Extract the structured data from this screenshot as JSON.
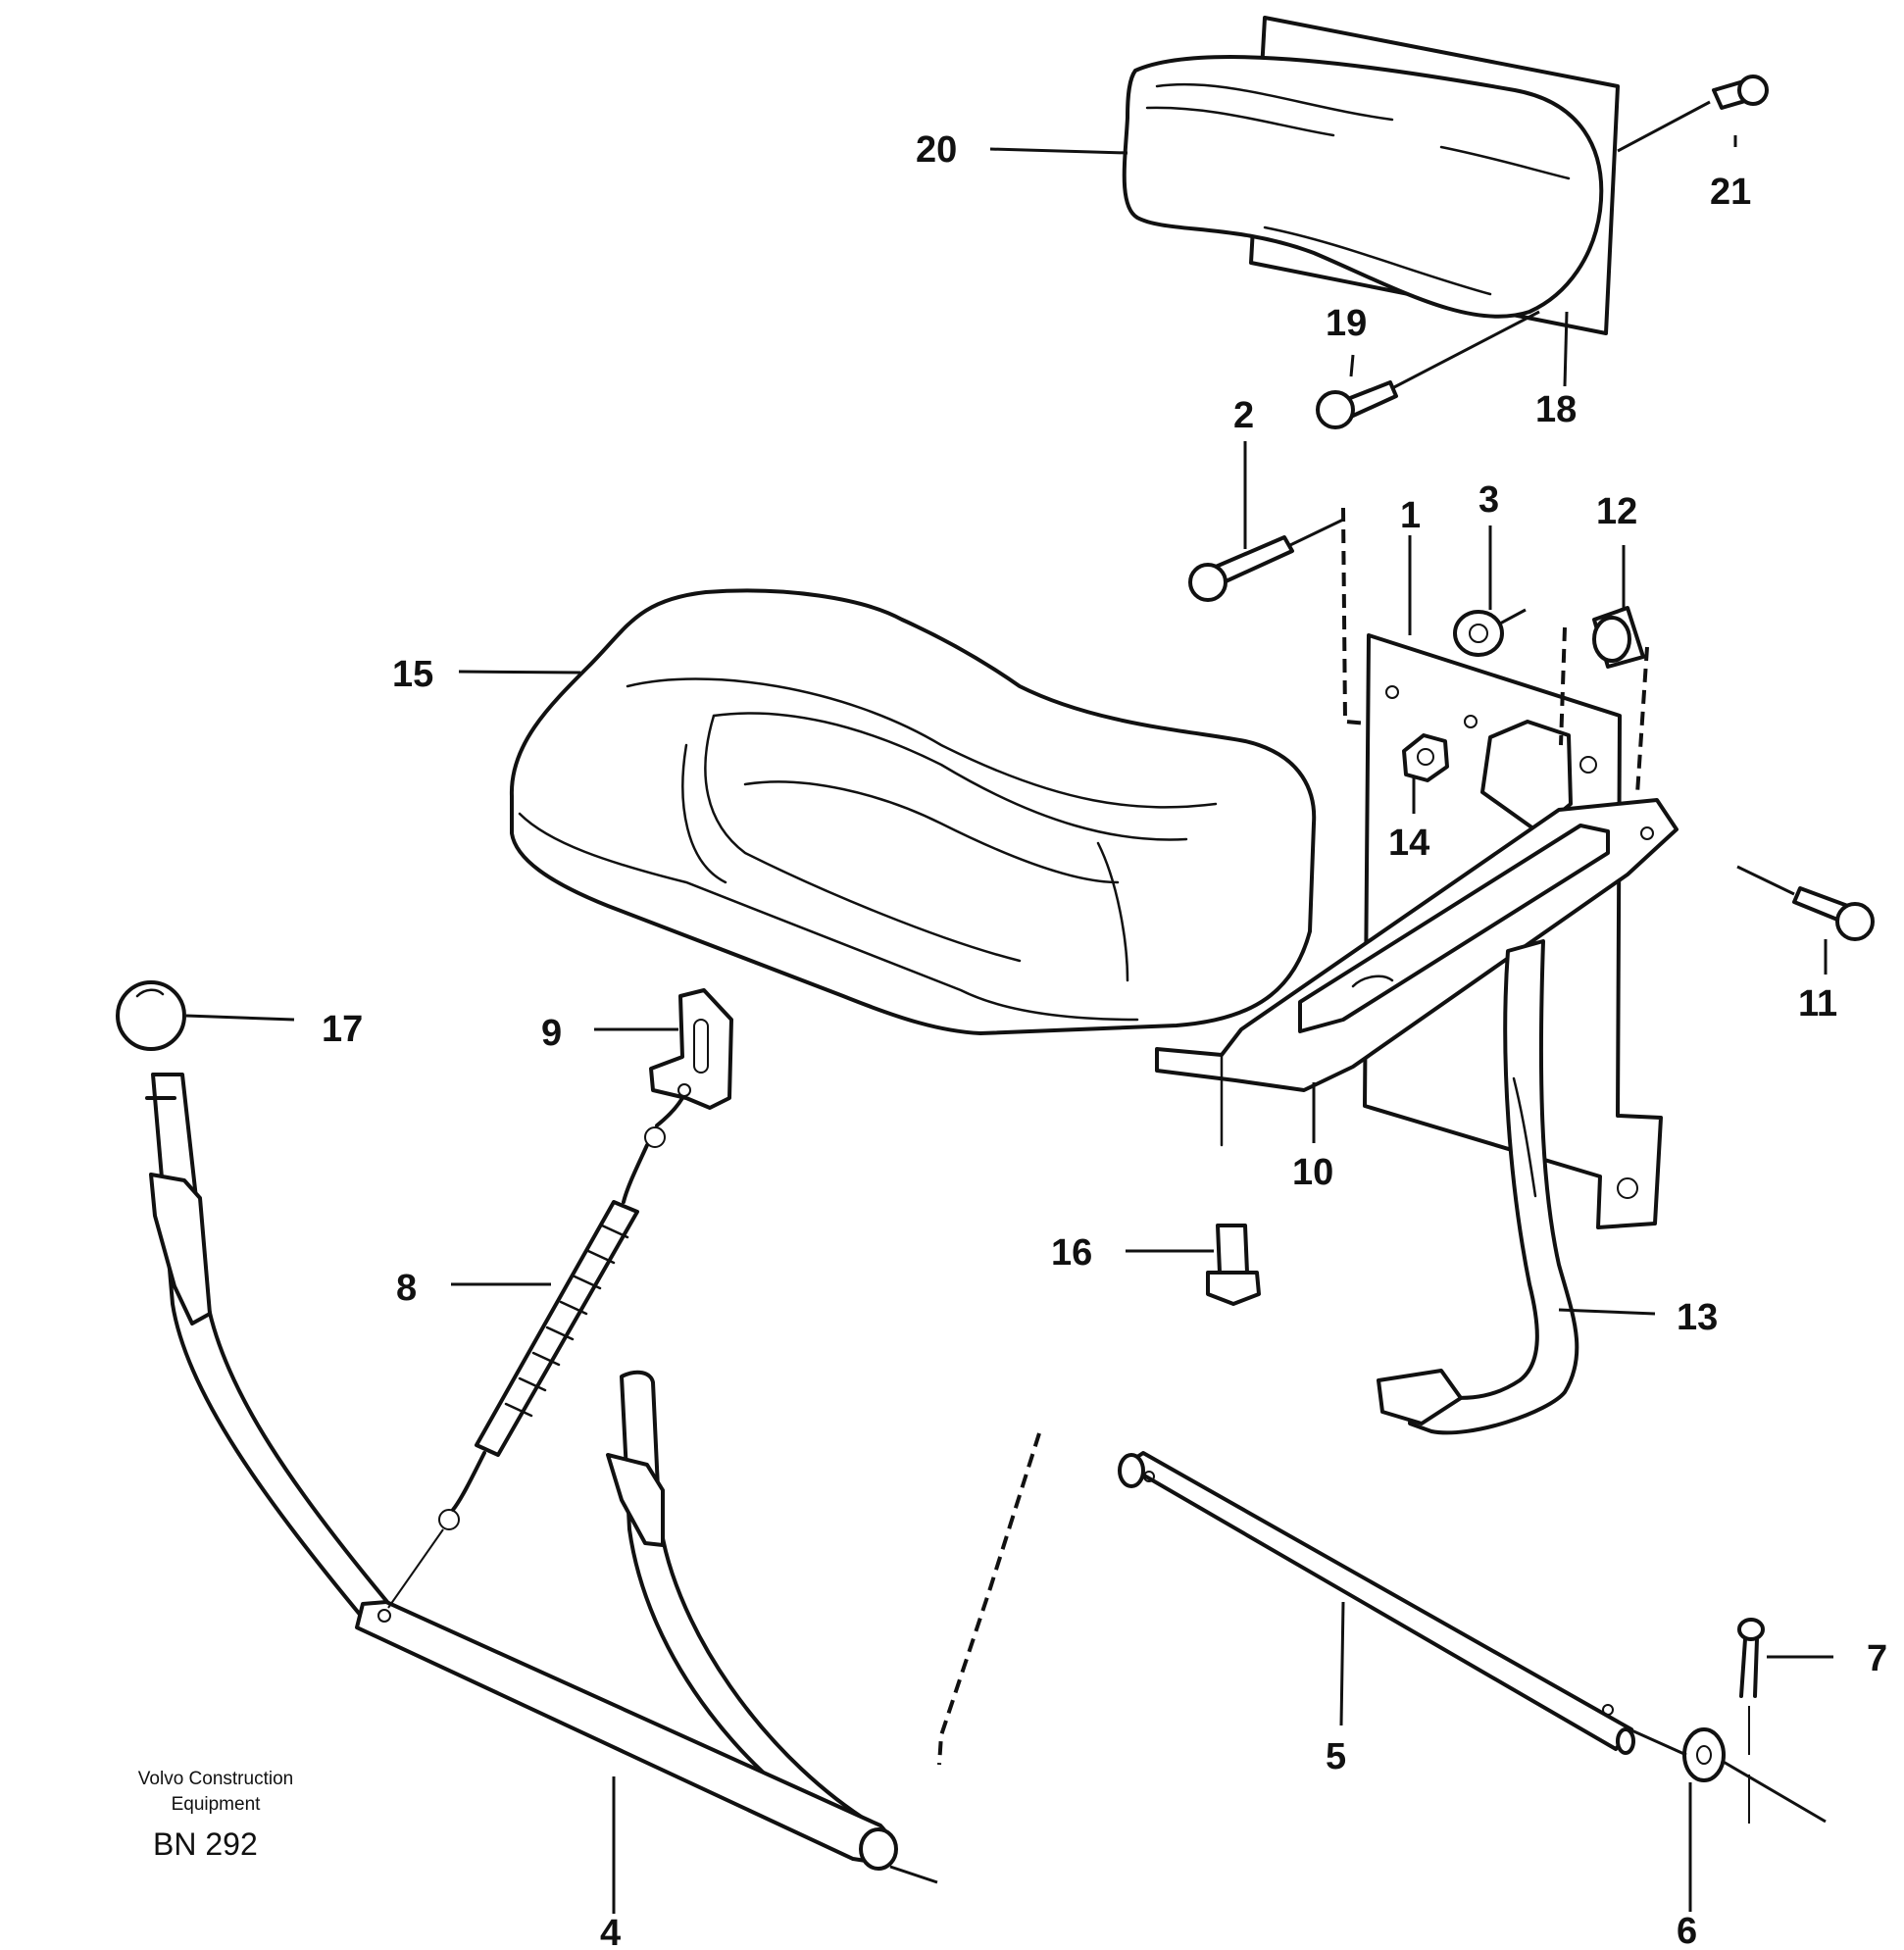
{
  "credit": {
    "line1": "Volvo Construction",
    "line2": "Equipment",
    "code": "BN 292"
  },
  "callouts": {
    "c1": "1",
    "c2": "2",
    "c3": "3",
    "c4": "4",
    "c5": "5",
    "c6": "6",
    "c7": "7",
    "c8": "8",
    "c9": "9",
    "c10": "10",
    "c11": "11",
    "c12": "12",
    "c13": "13",
    "c14": "14",
    "c15": "15",
    "c16": "16",
    "c17": "17",
    "c18": "18",
    "c19": "19",
    "c20": "20",
    "c21": "21"
  }
}
